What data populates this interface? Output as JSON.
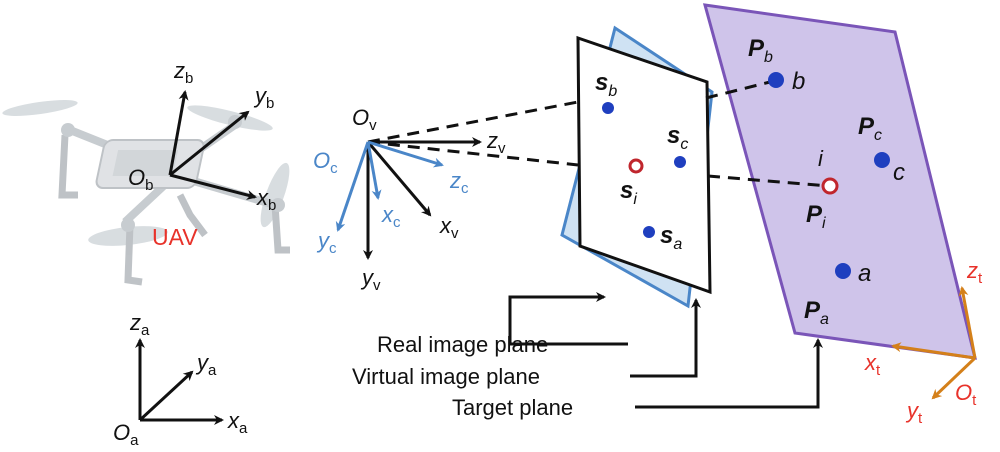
{
  "colors": {
    "black": "#111111",
    "camera_blue": "#4a86c8",
    "target_orange": "#d4801a",
    "target_label_red": "#e8322a",
    "uav_red": "#e8322a",
    "plane_fill": "#cfc4ea",
    "plane_stroke": "#7a55b8",
    "virtual_plane_fill": "#cfe2f3",
    "virtual_plane_stroke": "#4a86c8",
    "point_blue": "#1f3fbf",
    "point_red": "#c0262d"
  },
  "uav": {
    "label": "UAV",
    "axes": {
      "z": "z",
      "y": "y",
      "x": "x",
      "sub": "b",
      "origin": "O",
      "origin_sub": "b"
    }
  },
  "world_axes": {
    "z": "z",
    "y": "y",
    "x": "x",
    "sub": "a",
    "origin": "O",
    "origin_sub": "a"
  },
  "virtual_camera": {
    "origin": "O",
    "origin_sub": "v",
    "z": "z",
    "x": "x",
    "y": "y",
    "sub": "v"
  },
  "real_camera": {
    "origin": "O",
    "origin_sub": "c",
    "z": "z",
    "x": "x",
    "y": "y",
    "sub": "c"
  },
  "target_axes": {
    "z": "z",
    "x": "x",
    "y": "y",
    "sub": "t",
    "origin": "O",
    "origin_sub": "t"
  },
  "image_points": {
    "s": "s",
    "b": "b",
    "c": "c",
    "i": "i",
    "a": "a"
  },
  "target_points": {
    "P": "P",
    "b": "b",
    "c": "c",
    "i": "i",
    "a": "a"
  },
  "legend": {
    "real_image_plane": "Real image plane",
    "virtual_image_plane": "Virtual image plane",
    "target_plane": "Target plane"
  }
}
